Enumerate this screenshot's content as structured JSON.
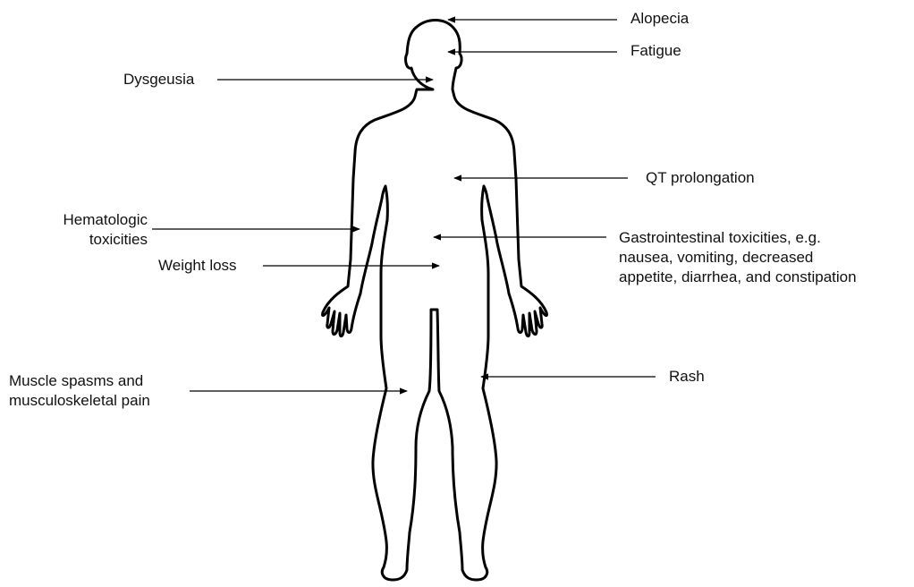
{
  "figure": {
    "body_outline": "human-body-outline",
    "labels": {
      "alopecia": "Alopecia",
      "fatigue": "Fatigue",
      "dysgeusia": "Dysgeusia",
      "qt_prolongation": "QT prolongation",
      "hematologic": [
        "Hematologic",
        "toxicities"
      ],
      "gastrointestinal": [
        "Gastrointestinal toxicities, e.g.",
        "nausea, vomiting, decreased",
        "appetite, diarrhea, and constipation"
      ],
      "weight_loss": "Weight loss",
      "rash": "Rash",
      "muscle": [
        "Muscle spasms and",
        "musculoskeletal pain"
      ]
    }
  }
}
